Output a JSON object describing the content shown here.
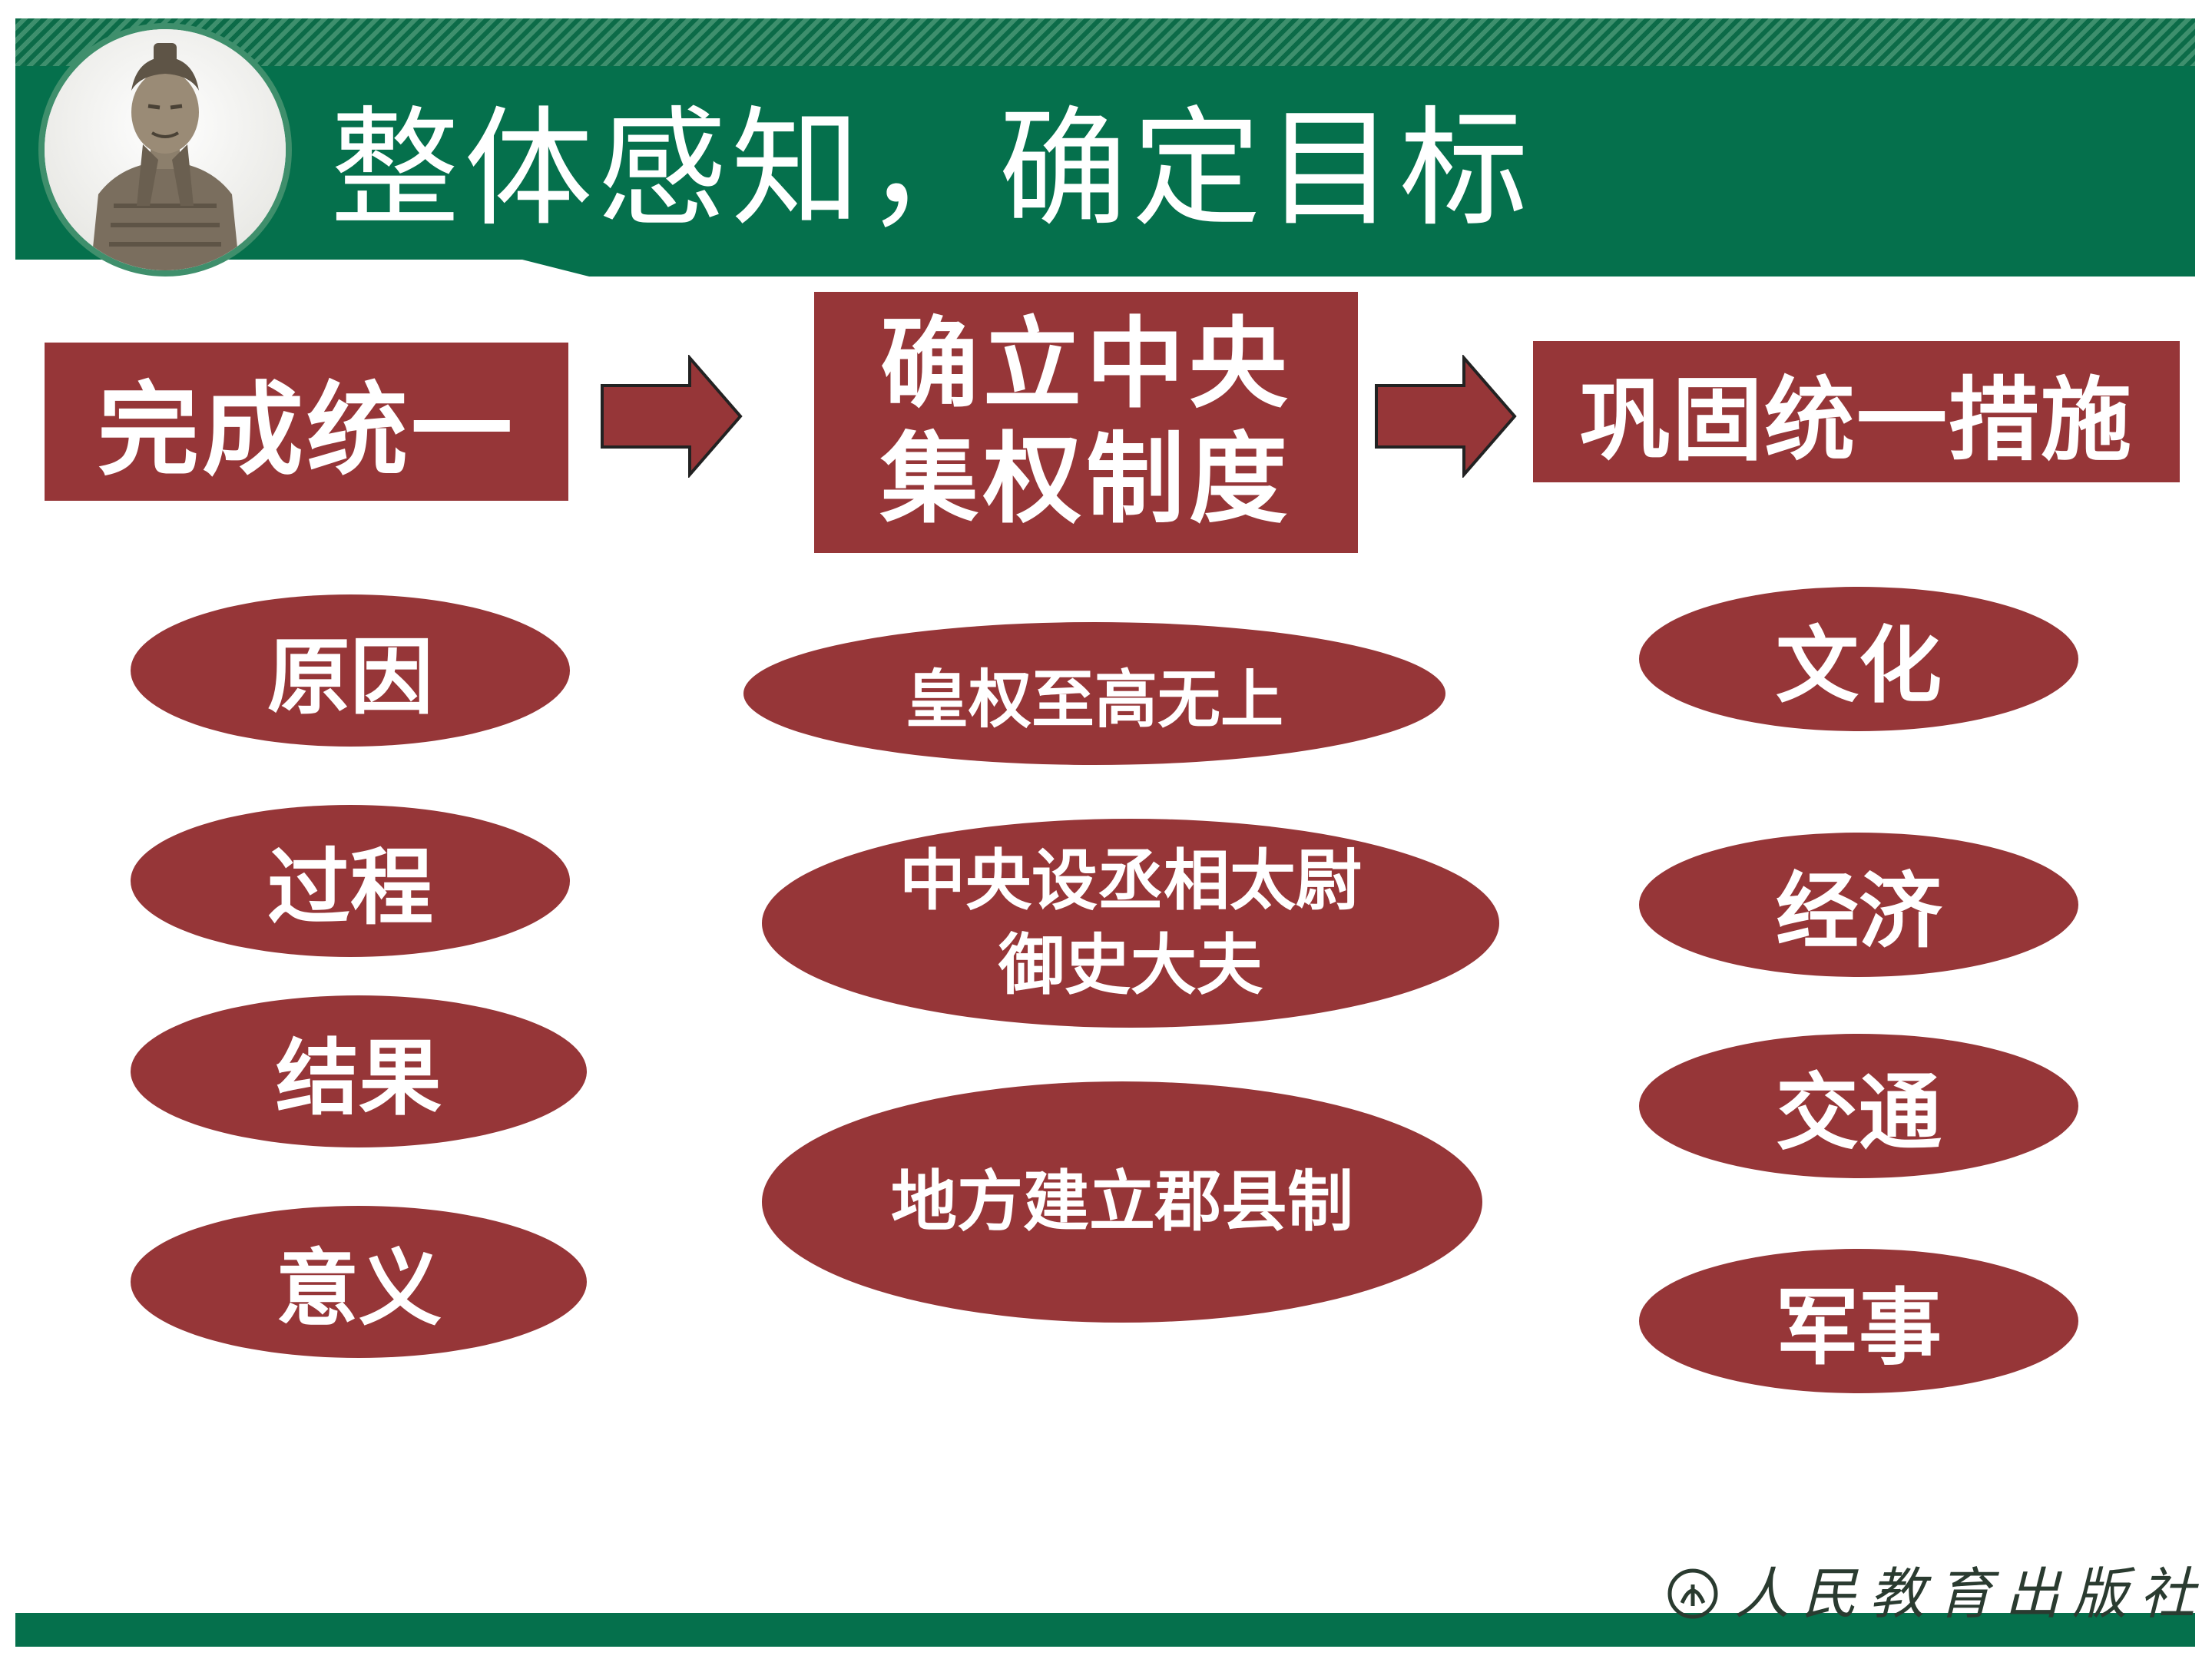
{
  "header": {
    "title": "整体感知，确定目标"
  },
  "columns": [
    {
      "heading": "完成统一",
      "items": [
        "原因",
        "过程",
        "结果",
        "意义"
      ]
    },
    {
      "heading": "确立中央集权制度",
      "items": [
        "皇权至高无上",
        "中央设丞相太尉御史大夫",
        "地方建立郡县制"
      ]
    },
    {
      "heading": "巩固统一措施",
      "items": [
        "文化",
        "经济",
        "交通",
        "军事"
      ]
    }
  ],
  "footer": {
    "publisher": "人民教育出版社"
  },
  "colors": {
    "header_green": "#05704c",
    "box_red": "#963638",
    "text_white": "#ffffff"
  },
  "icons": {
    "header": "terracotta-warrior-medallion",
    "footer": "publisher-logo-icon"
  }
}
